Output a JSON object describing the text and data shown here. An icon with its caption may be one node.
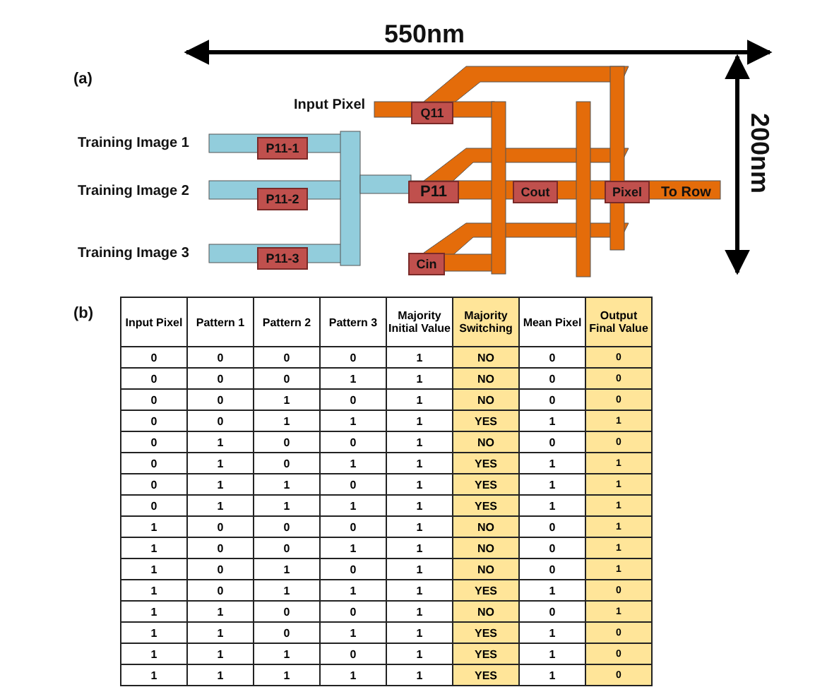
{
  "diagram": {
    "nodes": [
      {
        "text": [
          "Q11"
        ]
      },
      {
        "text": [
          "P11-1"
        ]
      },
      {
        "text": [
          "P11-2"
        ]
      },
      {
        "text": [
          "P11"
        ]
      },
      {
        "text": [
          "Cout"
        ]
      },
      {
        "text": [
          "Pixel"
        ]
      },
      {
        "text": [
          "P11-3"
        ]
      },
      {
        "text": [
          "Cin"
        ]
      }
    ],
    "labels": [
      "550nm",
      "(a)",
      "Input Pixel",
      "200nm",
      "Training Image 1",
      "Training Image 2",
      "To Row",
      "Training Image 3",
      "(b)",
      "Input Pixel",
      "Pattern 1",
      "Pattern 2",
      "Pattern 3",
      "Majority Initial Value",
      "Majority Switching",
      "Mean Pixel",
      "Output Final Value",
      "0",
      "0",
      "0",
      "0",
      "1",
      "NO",
      "0",
      "0",
      "0",
      "0",
      "0",
      "1",
      "1",
      "NO",
      "0",
      "0",
      "0",
      "0",
      "1",
      "0",
      "1",
      "NO",
      "0",
      "0",
      "0",
      "0",
      "1",
      "1",
      "1",
      "YES",
      "1",
      "1",
      "0",
      "1",
      "0",
      "0",
      "1",
      "NO",
      "0",
      "0",
      "0",
      "1",
      "0",
      "1",
      "1",
      "YES",
      "1",
      "1",
      "0",
      "1",
      "1",
      "0",
      "1",
      "YES",
      "1",
      "1",
      "0",
      "1",
      "1",
      "1",
      "1",
      "YES",
      "1",
      "1",
      "1",
      "0",
      "0",
      "0",
      "1",
      "NO",
      "0",
      "1",
      "1",
      "0",
      "0",
      "1",
      "1",
      "NO",
      "0",
      "1",
      "1",
      "0",
      "1",
      "0",
      "1",
      "NO",
      "0",
      "1",
      "1",
      "0",
      "1",
      "1",
      "1",
      "YES",
      "1",
      "0",
      "1",
      "1",
      "0",
      "0",
      "1",
      "NO",
      "0",
      "1",
      "1",
      "1",
      "0",
      "1",
      "1",
      "YES",
      "1",
      "0",
      "1",
      "1",
      "1",
      "0",
      "1",
      "YES",
      "1",
      "0",
      "1",
      "1",
      "1",
      "1",
      "1",
      "YES",
      "1",
      "0"
    ]
  }
}
